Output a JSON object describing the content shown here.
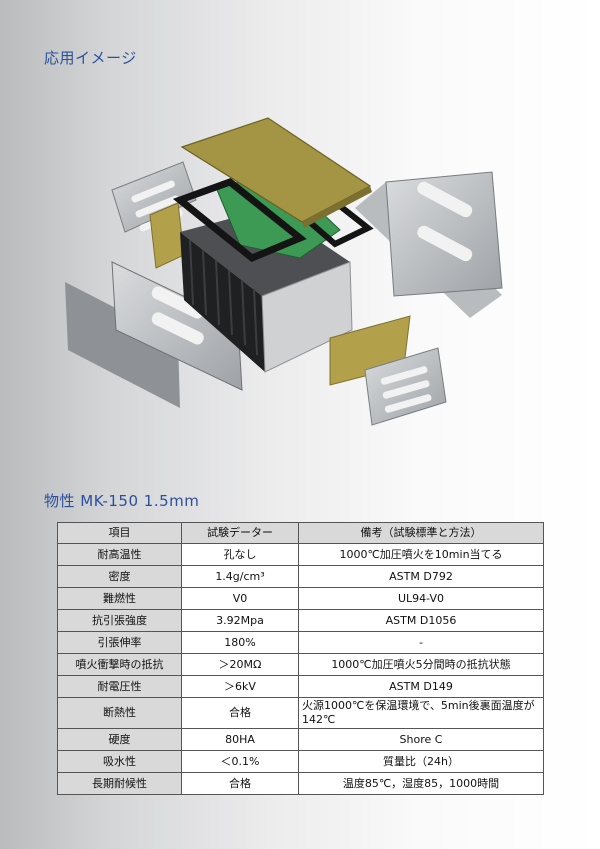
{
  "section_application": {
    "title": "応用イメージ"
  },
  "section_properties": {
    "title": "物性 MK-150 1.5mm"
  },
  "table": {
    "headers": [
      "項目",
      "試験データー",
      "備考（試験標準と方法）"
    ],
    "rows": [
      [
        "耐高温性",
        "孔なし",
        "1000℃加圧噴火を10min当てる"
      ],
      [
        "密度",
        "1.4g/cm³",
        "ASTM  D792"
      ],
      [
        "難燃性",
        "V0",
        "UL94-V0"
      ],
      [
        "抗引張強度",
        "3.92Mpa",
        "ASTM  D1056"
      ],
      [
        "引張伸率",
        "180%",
        "-"
      ],
      [
        "噴火衝撃時の抵抗",
        "＞20MΩ",
        "1000℃加圧噴火5分間時の抵抗状態"
      ],
      [
        "耐電圧性",
        "＞6kV",
        "ASTM  D149"
      ],
      [
        "断熱性",
        "合格",
        "火源1000℃を保温環境で、5min後裏面温度が142℃"
      ],
      [
        "硬度",
        "80HA",
        "Shore C"
      ],
      [
        "吸水性",
        "＜0.1%",
        "質量比（24h）"
      ],
      [
        "長期耐候性",
        "合格",
        "温度85℃，湿度85，1000時間"
      ]
    ]
  }
}
